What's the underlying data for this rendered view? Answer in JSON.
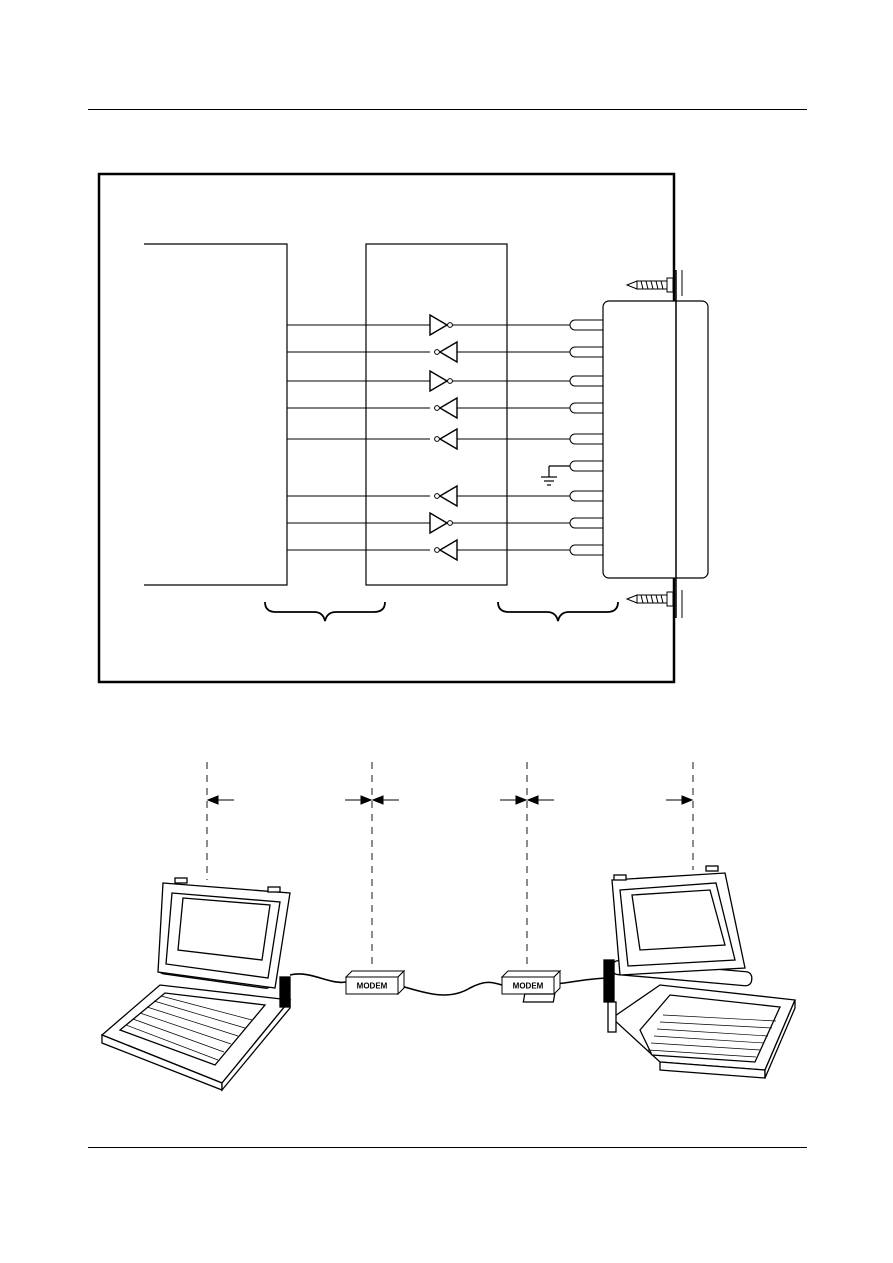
{
  "diagram": {
    "modem_label": "MODEM",
    "modem_count": 2,
    "laptop_count": 2,
    "interface_lines": 9
  },
  "colors": {
    "ink": "#000000",
    "paper": "#ffffff"
  },
  "icons": [
    "screw-icon",
    "ground-icon",
    "laptop-icon",
    "modem-icon",
    "arrow-icon"
  ]
}
